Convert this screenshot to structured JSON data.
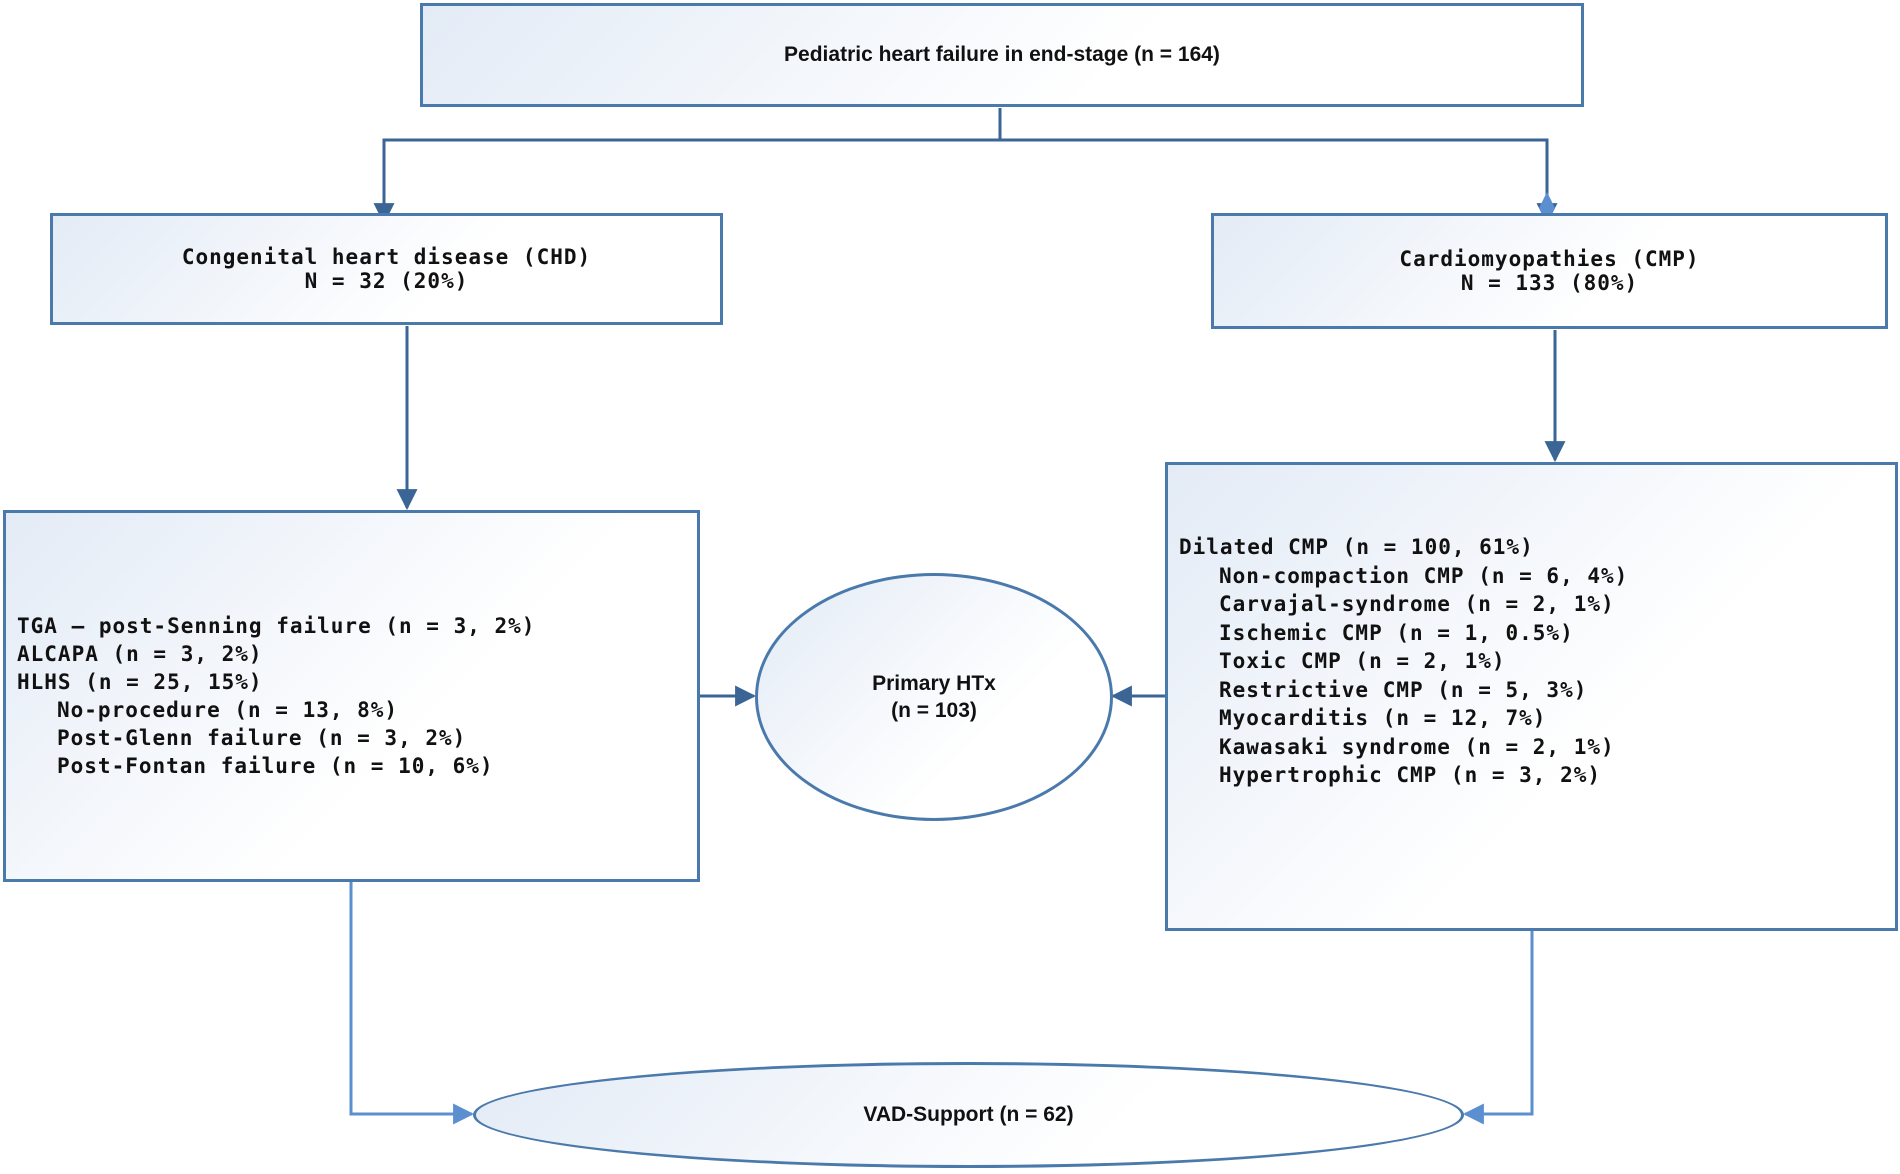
{
  "top": {
    "label": "Pediatric heart failure in end-stage (n = 164)"
  },
  "chd": {
    "title": "Congenital heart disease (CHD)",
    "count": "N = 32 (20%)"
  },
  "cmp": {
    "title": "Cardiomyopathies (CMP)",
    "count": "N = 133 (80%)"
  },
  "chd_details": {
    "items": [
      "TGA – post-Senning failure (n = 3, 2%)",
      "ALCAPA (n = 3, 2%)",
      "HLHS (n = 25, 15%)"
    ],
    "sub_items": [
      "No-procedure (n = 13, 8%)",
      "Post-Glenn failure (n = 3, 2%)",
      "Post-Fontan failure (n = 10, 6%)"
    ]
  },
  "cmp_details": {
    "items": [
      "Dilated CMP (n = 100, 61%)"
    ],
    "sub_items": [
      "Non-compaction CMP (n = 6, 4%)",
      "Carvajal-syndrome (n = 2, 1%)",
      "Ischemic CMP (n = 1, 0.5%)",
      "Toxic CMP (n = 2, 1%)",
      "Restrictive CMP (n = 5, 3%)",
      "Myocarditis (n = 12, 7%)",
      "Kawasaki syndrome (n = 2, 1%)",
      "Hypertrophic CMP (n = 3, 2%)"
    ]
  },
  "primary_htx": {
    "line1": "Primary HTx",
    "line2": "(n = 103)"
  },
  "vad": {
    "label": "VAD-Support (n = 62)"
  },
  "colors": {
    "border": "#4a79ab",
    "connector": "#3a6595",
    "arrow": "#5b8fd0"
  }
}
